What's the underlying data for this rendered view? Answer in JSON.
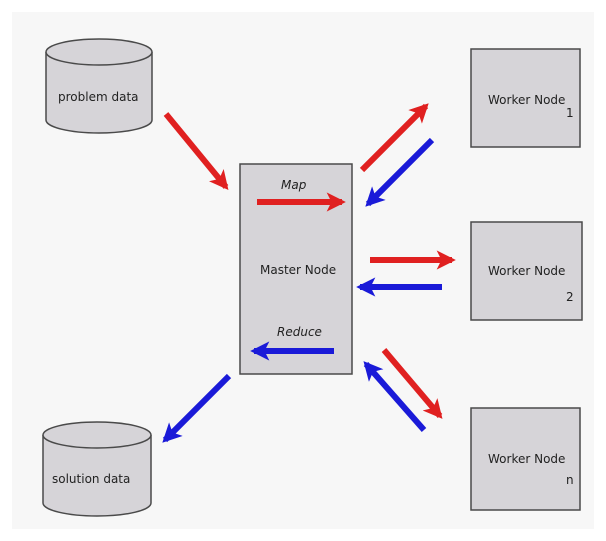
{
  "colors": {
    "panel": "#f7f7f7",
    "node_fill": "#d6d4d8",
    "node_stroke": "#4a4a4a",
    "map_arrow": "#e02020",
    "reduce_arrow": "#1a1ad8"
  },
  "data_stores": {
    "input": {
      "label": "problem data"
    },
    "output": {
      "label": "solution data"
    }
  },
  "master": {
    "label": "Master Node",
    "map_label": "Map",
    "reduce_label": "Reduce"
  },
  "workers": [
    {
      "label": "Worker Node",
      "index": "1"
    },
    {
      "label": "Worker Node",
      "index": "2"
    },
    {
      "label": "Worker Node",
      "index": "n"
    }
  ]
}
